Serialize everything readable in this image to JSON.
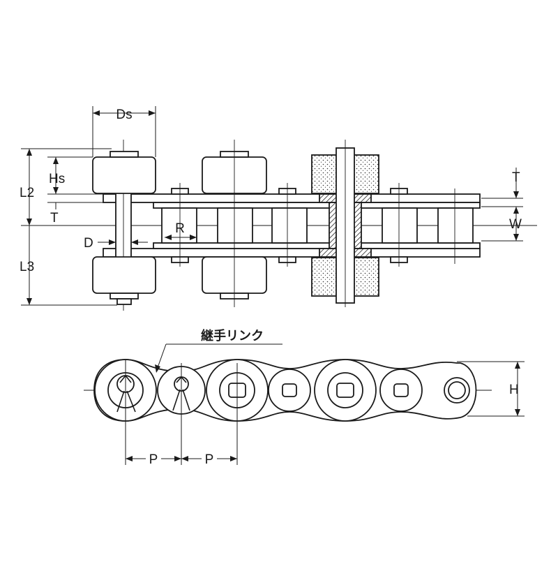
{
  "labels": {
    "ds": "Ds",
    "hs": "Hs",
    "l2": "L2",
    "t_left": "T",
    "l3": "L3",
    "d": "D",
    "r": "R",
    "t_right": "T",
    "w": "W",
    "connecting_link": "継手リンク",
    "h": "H",
    "p1": "P",
    "p2": "P"
  },
  "colors": {
    "line": "#1a1a1a",
    "background": "#ffffff",
    "sleeve_fill": "#e6e6e6"
  }
}
